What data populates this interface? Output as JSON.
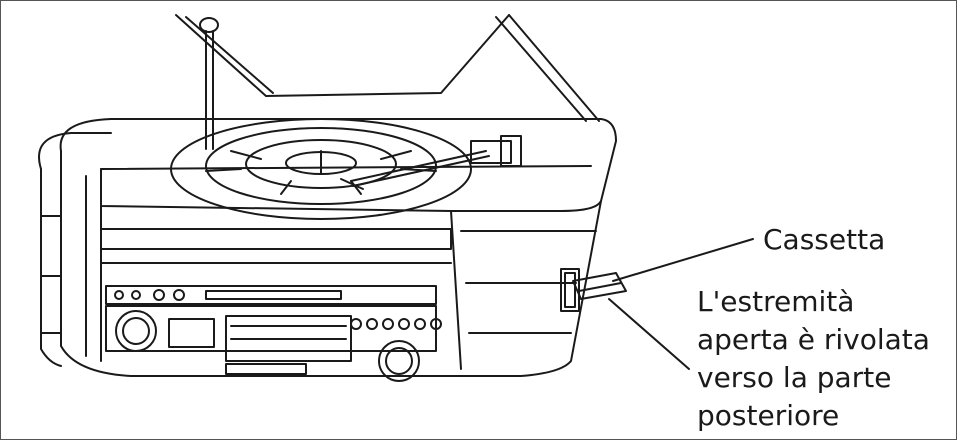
{
  "labels": {
    "cassette": "Cassetta",
    "note_lines": [
      "L'estremità",
      "aperta è rivolata",
      "verso la parte",
      "posteriore"
    ]
  },
  "colors": {
    "line": "#1a1a1a",
    "background": "#ffffff",
    "border": "#555555"
  }
}
